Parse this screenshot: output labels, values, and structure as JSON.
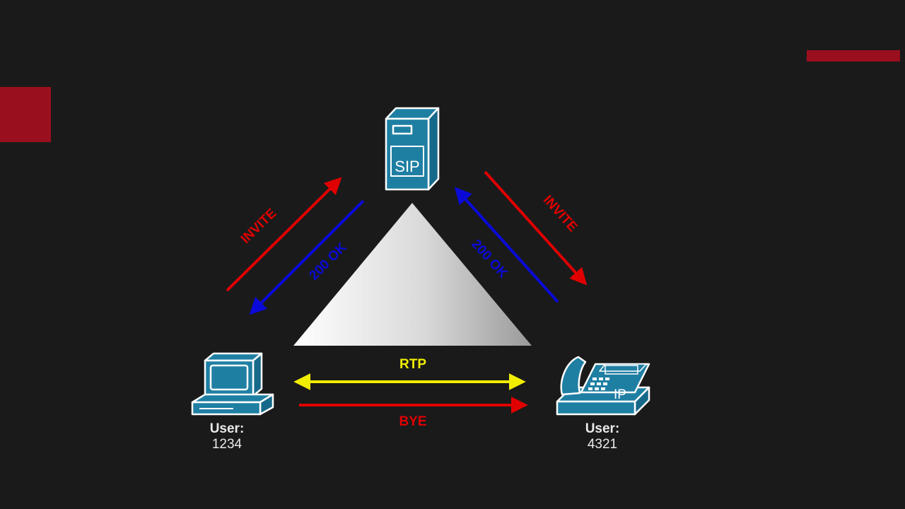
{
  "colors": {
    "background": "#1a1a1b",
    "accent_red": "#9a0f1e",
    "invite": "#e00000",
    "ok": "#0a0ad8",
    "rtp": "#f2ee00",
    "bye": "#e00000",
    "device_fill": "#1f7fa3",
    "device_stroke": "#ffffff"
  },
  "nodes": {
    "server": {
      "icon": "sip-server-icon",
      "text": "SIP"
    },
    "caller": {
      "icon": "computer-icon",
      "user_key": "User:",
      "user_value": "1234"
    },
    "callee": {
      "icon": "ip-phone-icon",
      "phone_text": "IP",
      "user_key": "User:",
      "user_value": "4321"
    }
  },
  "messages": {
    "left_invite": "INVITE",
    "left_ok": "200 OK",
    "right_invite": "INVITE",
    "right_ok": "200 OK",
    "rtp": "RTP",
    "bye": "BYE"
  }
}
